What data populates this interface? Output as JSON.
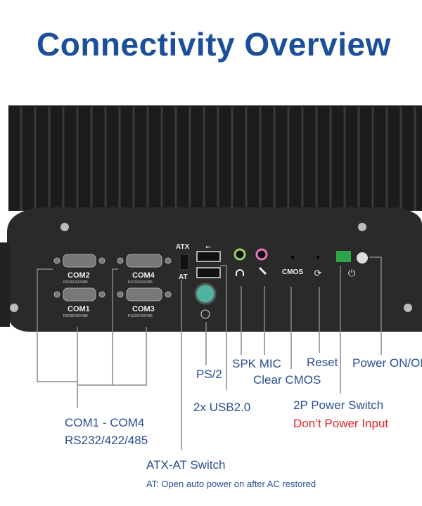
{
  "title": "Connectivity Overview",
  "device_labels": {
    "com2": "COM2",
    "com4": "COM4",
    "com1": "COM1",
    "com3": "COM3",
    "com_spec": "RS232/422/485",
    "atx": "ATX",
    "at": "AT",
    "cmos": "CMOS"
  },
  "callouts": {
    "com_range": "COM1 - COM4",
    "com_spec": "RS232/422/485",
    "atx_at": "ATX-AT Switch",
    "atx_note": "AT: Open auto power on after AC restored",
    "ps2": "PS/2",
    "usb": "2x USB2.0",
    "spk_mic": "SPK MIC",
    "clear_cmos": "Clear CMOS",
    "reset": "Reset",
    "power": "Power ON/OFF",
    "switch_2p": "2P Power Switch",
    "warning": "Don’t Power Input"
  },
  "colors": {
    "title": "#1b4f9c",
    "label": "#2a4f93",
    "warning": "#e8202a",
    "spk": "#9bd36a",
    "mic": "#e27ab8",
    "ps2": "#4fb3a0",
    "terminal": "#2fa54a"
  }
}
